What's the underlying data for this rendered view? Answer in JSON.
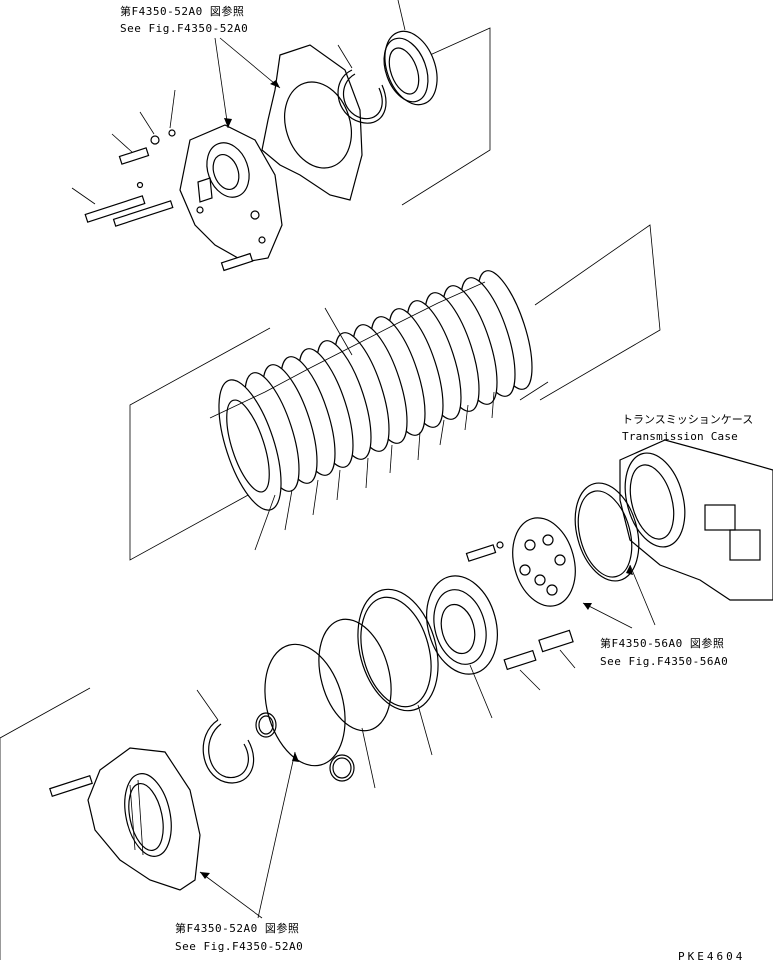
{
  "refs": {
    "top": {
      "jp": "第F4350-52A0 図参照",
      "en": "See Fig.F4350-52A0"
    },
    "right": {
      "jp": "第F4350-56A0 図参照",
      "en": "See Fig.F4350-56A0"
    },
    "bottom": {
      "jp": "第F4350-52A0 図参照",
      "en": "See Fig.F4350-52A0"
    }
  },
  "case_label": {
    "jp": "トランスミッションケース",
    "en": "Transmission Case"
  },
  "figure_code": "PKE4604"
}
